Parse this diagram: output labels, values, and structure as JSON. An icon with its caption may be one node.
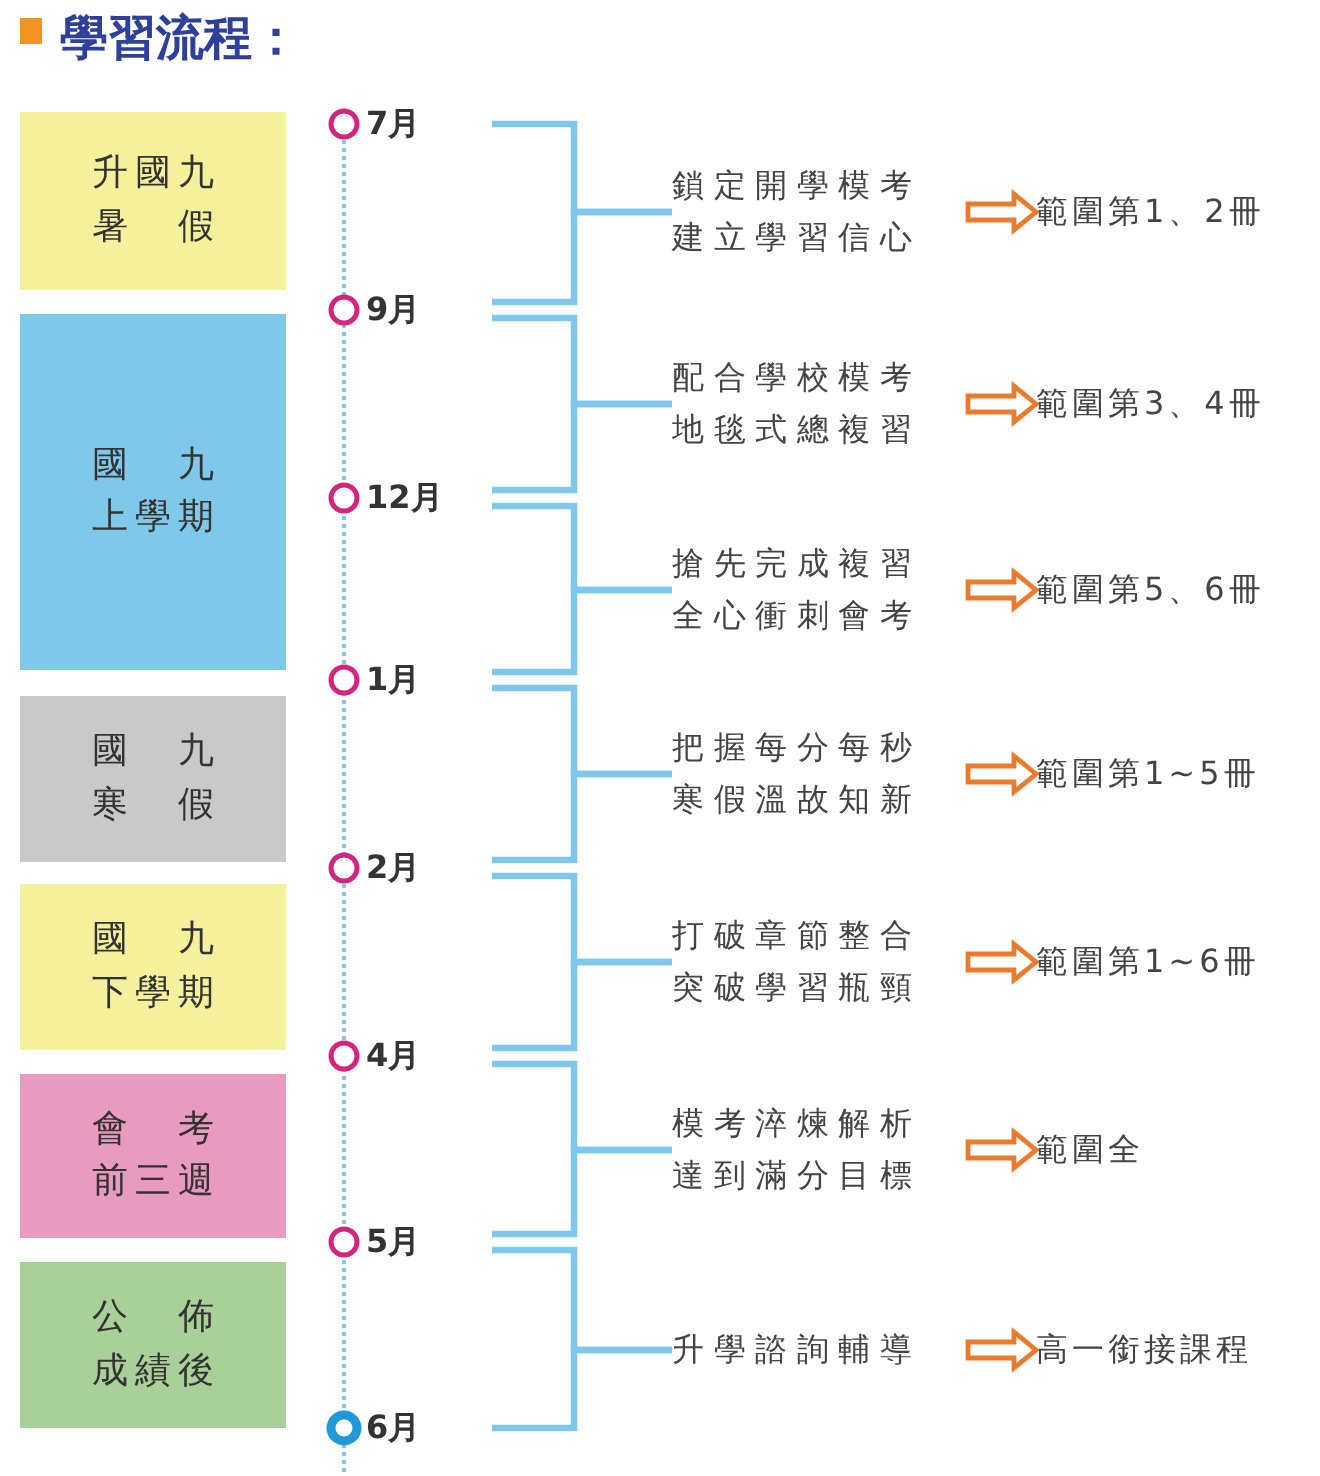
{
  "diagram": {
    "title": "學習流程：",
    "nodes": [
      {
        "text": [
          "升國九暑假"
        ]
      },
      {
        "text": [
          "國九上學期"
        ]
      },
      {
        "text": [
          "國九寒假"
        ]
      },
      {
        "text": [
          "國九下學期"
        ]
      },
      {
        "text": [
          "會考前三週"
        ]
      },
      {
        "text": [
          "公佈成績後"
        ]
      },
      {
        "text": [
          "7月"
        ]
      },
      {
        "text": [
          "9月"
        ]
      },
      {
        "text": [
          "12月"
        ]
      },
      {
        "text": [
          "1月"
        ]
      },
      {
        "text": [
          "2月"
        ]
      },
      {
        "text": [
          "4月"
        ]
      },
      {
        "text": [
          "5月"
        ]
      },
      {
        "text": [
          "6月"
        ]
      },
      {
        "text": [
          "鎖定開學模考建立學習信心"
        ]
      },
      {
        "text": [
          "配合學校模考地毯式總複習"
        ]
      },
      {
        "text": [
          "搶先完成複習全心衝刺會考"
        ]
      },
      {
        "text": [
          "把握每分每秒寒假溫故知新"
        ]
      },
      {
        "text": [
          "打破章節整合突破學習瓶頸"
        ]
      },
      {
        "text": [
          "模考淬煉解析達到滿分目標"
        ]
      },
      {
        "text": [
          "升學諮詢輔導"
        ]
      },
      {
        "text": [
          "範圍第1、2冊"
        ]
      },
      {
        "text": [
          "範圍第3、4冊"
        ]
      },
      {
        "text": [
          "範圍第5、6冊"
        ]
      },
      {
        "text": [
          "範圍第1~5冊"
        ]
      },
      {
        "text": [
          "範圍第1~6冊"
        ]
      },
      {
        "text": [
          "範圍全"
        ]
      },
      {
        "text": [
          "高一銜接課程"
        ]
      }
    ],
    "edges": [
      {
        "from": 6,
        "to": 14,
        "arrow": "none"
      },
      {
        "from": 7,
        "to": 14,
        "arrow": "none"
      },
      {
        "from": 14,
        "to": 21,
        "arrow": "to"
      },
      {
        "from": 7,
        "to": 15,
        "arrow": "none"
      },
      {
        "from": 8,
        "to": 15,
        "arrow": "none"
      },
      {
        "from": 15,
        "to": 22,
        "arrow": "to"
      },
      {
        "from": 8,
        "to": 16,
        "arrow": "none"
      },
      {
        "from": 9,
        "to": 16,
        "arrow": "none"
      },
      {
        "from": 16,
        "to": 23,
        "arrow": "to"
      },
      {
        "from": 9,
        "to": 17,
        "arrow": "none"
      },
      {
        "from": 10,
        "to": 17,
        "arrow": "none"
      },
      {
        "from": 17,
        "to": 24,
        "arrow": "to"
      },
      {
        "from": 10,
        "to": 18,
        "arrow": "none"
      },
      {
        "from": 11,
        "to": 18,
        "arrow": "none"
      },
      {
        "from": 18,
        "to": 25,
        "arrow": "to"
      },
      {
        "from": 11,
        "to": 19,
        "arrow": "none"
      },
      {
        "from": 12,
        "to": 19,
        "arrow": "none"
      },
      {
        "from": 19,
        "to": 26,
        "arrow": "to"
      },
      {
        "from": 12,
        "to": 20,
        "arrow": "none"
      },
      {
        "from": 13,
        "to": 20,
        "arrow": "none"
      },
      {
        "from": 20,
        "to": 27,
        "arrow": "to"
      }
    ]
  }
}
